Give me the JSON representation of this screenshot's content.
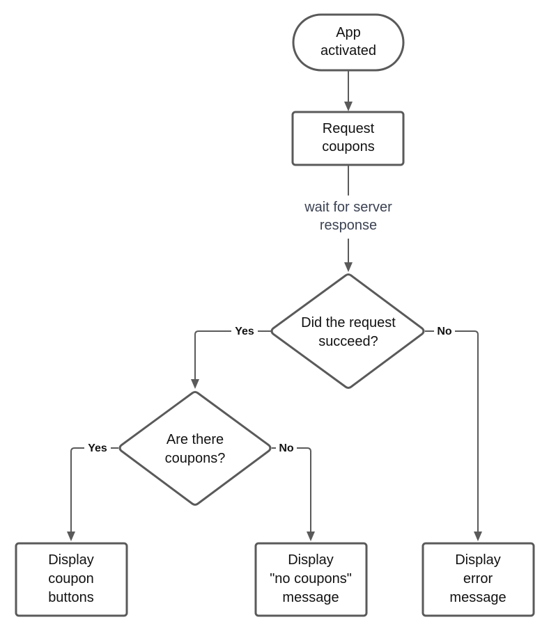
{
  "flowchart": {
    "start": {
      "line1": "App",
      "line2": "activated"
    },
    "request": {
      "line1": "Request",
      "line2": "coupons"
    },
    "wait_note": {
      "line1": "wait for server",
      "line2": "response"
    },
    "decision_success": {
      "line1": "Did the request",
      "line2": "succeed?"
    },
    "decision_coupons": {
      "line1": "Are there",
      "line2": "coupons?"
    },
    "display_buttons": {
      "line1": "Display",
      "line2": "coupon",
      "line3": "buttons"
    },
    "display_no_coupons": {
      "line1": "Display",
      "line2": "\"no coupons\"",
      "line3": "message"
    },
    "display_error": {
      "line1": "Display",
      "line2": "error",
      "line3": "message"
    },
    "labels": {
      "success_yes": "Yes",
      "success_no": "No",
      "coupons_yes": "Yes",
      "coupons_no": "No"
    }
  }
}
